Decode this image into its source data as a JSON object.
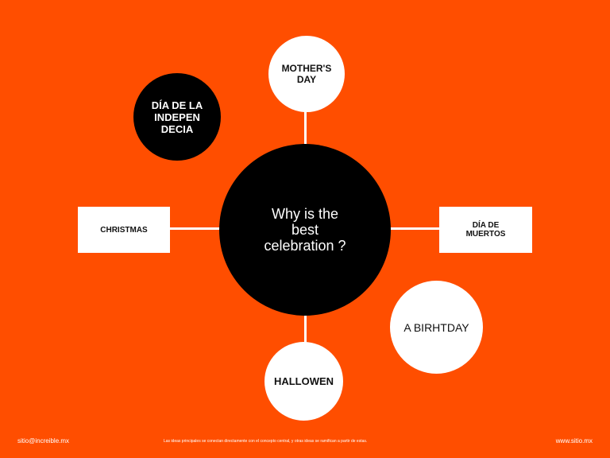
{
  "diagram": {
    "center": "Why is the best celebration ?",
    "nodes": {
      "mothers_day": "MOTHER'S DAY",
      "independencia": "DÍA DE LA INDEPEN DECIA",
      "christmas": "CHRISTMAS",
      "dia_de_muertos": "DÍA DE MUERTOS",
      "birthday": "A BIRHTDAY",
      "halloween": "HALLOWEN"
    }
  },
  "footer": {
    "email": "sitio@increible.mx",
    "note": "Las ideas principales se conectan directamente con el concepto central, y otras ideas se ramifican a partir de estas.",
    "website": "www.sitio.mx"
  },
  "colors": {
    "background": "#ff4e00",
    "center_fill": "#000000",
    "node_fill": "#ffffff",
    "connector": "#ffffff"
  }
}
